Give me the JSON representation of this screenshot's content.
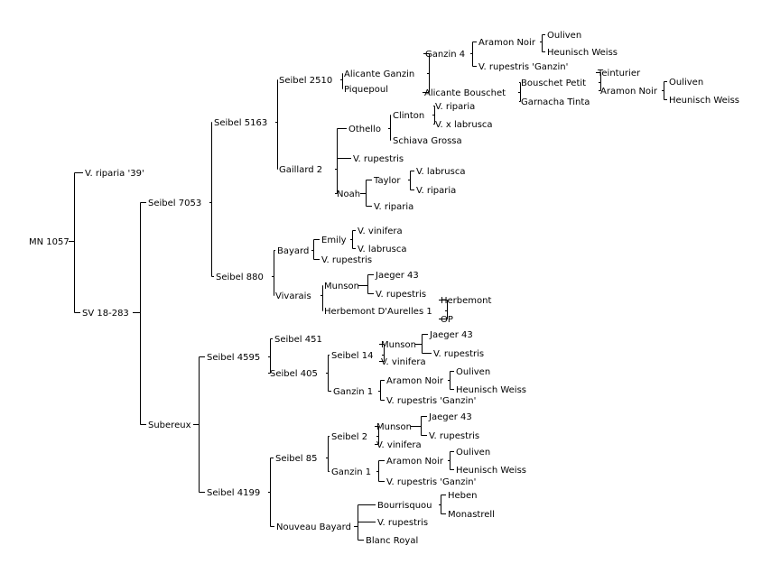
{
  "tree": {
    "label": "MN 1057",
    "children": [
      {
        "label": "V. riparia '39'"
      },
      {
        "label": "SV 18-283",
        "children": [
          {
            "label": "Seibel 7053",
            "children": [
              {
                "label": "Seibel 5163",
                "children": [
                  {
                    "label": "Seibel 2510",
                    "children": [
                      {
                        "label": "Alicante Ganzin",
                        "children": [
                          {
                            "label": "Ganzin 4",
                            "children": [
                              {
                                "label": "Aramon Noir",
                                "children": [
                                  {
                                    "label": "Ouliven"
                                  },
                                  {
                                    "label": "Heunisch Weiss"
                                  }
                                ]
                              },
                              {
                                "label": "V. rupestris 'Ganzin'"
                              }
                            ]
                          },
                          {
                            "label": "Alicante Bouschet",
                            "children": [
                              {
                                "label": "Bouschet Petit",
                                "children": [
                                  {
                                    "label": "Teinturier"
                                  },
                                  {
                                    "label": "Aramon Noir",
                                    "children": [
                                      {
                                        "label": "Ouliven"
                                      },
                                      {
                                        "label": "Heunisch Weiss"
                                      }
                                    ]
                                  }
                                ]
                              },
                              {
                                "label": "Garnacha Tinta"
                              }
                            ]
                          }
                        ]
                      },
                      {
                        "label": "Piquepoul"
                      }
                    ]
                  },
                  {
                    "label": "Gaillard 2",
                    "children": [
                      {
                        "label": "Othello",
                        "children": [
                          {
                            "label": "Clinton",
                            "children": [
                              {
                                "label": "V. riparia"
                              },
                              {
                                "label": "V. x labrusca"
                              }
                            ]
                          },
                          {
                            "label": "Schiava Grossa"
                          }
                        ]
                      },
                      {
                        "label": "V. rupestris"
                      },
                      {
                        "label": "Noah",
                        "children": [
                          {
                            "label": "Taylor",
                            "children": [
                              {
                                "label": "V. labrusca"
                              },
                              {
                                "label": "V. riparia"
                              }
                            ]
                          },
                          {
                            "label": "V. riparia"
                          }
                        ]
                      }
                    ]
                  }
                ]
              },
              {
                "label": "Seibel 880",
                "children": [
                  {
                    "label": "Bayard",
                    "children": [
                      {
                        "label": "Emily",
                        "children": [
                          {
                            "label": "V. vinifera"
                          },
                          {
                            "label": "V. labrusca"
                          }
                        ]
                      },
                      {
                        "label": "V. rupestris"
                      }
                    ]
                  },
                  {
                    "label": "Vivarais",
                    "children": [
                      {
                        "label": "Munson",
                        "children": [
                          {
                            "label": "Jaeger 43"
                          },
                          {
                            "label": "V. rupestris"
                          }
                        ]
                      },
                      {
                        "label": "Herbemont D'Aurelles 1",
                        "children": [
                          {
                            "label": "Herbemont"
                          },
                          {
                            "label": "OP"
                          }
                        ]
                      }
                    ]
                  }
                ]
              }
            ]
          },
          {
            "label": "Subereux",
            "children": [
              {
                "label": "Seibel 4595",
                "children": [
                  {
                    "label": "Seibel 451"
                  },
                  {
                    "label": "Seibel 405",
                    "children": [
                      {
                        "label": "Seibel 14",
                        "children": [
                          {
                            "label": "Munson",
                            "children": [
                              {
                                "label": "Jaeger 43"
                              },
                              {
                                "label": "V. rupestris"
                              }
                            ]
                          },
                          {
                            "label": "V. vinifera"
                          }
                        ]
                      },
                      {
                        "label": "Ganzin 1",
                        "children": [
                          {
                            "label": "Aramon Noir",
                            "children": [
                              {
                                "label": "Ouliven"
                              },
                              {
                                "label": "Heunisch Weiss"
                              }
                            ]
                          },
                          {
                            "label": "V. rupestris 'Ganzin'"
                          }
                        ]
                      }
                    ]
                  }
                ]
              },
              {
                "label": "Seibel 4199",
                "children": [
                  {
                    "label": "Seibel 85",
                    "children": [
                      {
                        "label": "Seibel 2",
                        "children": [
                          {
                            "label": "Munson",
                            "children": [
                              {
                                "label": "Jaeger 43"
                              },
                              {
                                "label": "V. rupestris"
                              }
                            ]
                          },
                          {
                            "label": "V. vinifera"
                          }
                        ]
                      },
                      {
                        "label": "Ganzin 1",
                        "children": [
                          {
                            "label": "Aramon Noir",
                            "children": [
                              {
                                "label": "Ouliven"
                              },
                              {
                                "label": "Heunisch Weiss"
                              }
                            ]
                          },
                          {
                            "label": "V. rupestris 'Ganzin'"
                          }
                        ]
                      }
                    ]
                  },
                  {
                    "label": "Nouveau Bayard",
                    "children": [
                      {
                        "label": "Bourrisquou",
                        "children": [
                          {
                            "label": "Heben"
                          },
                          {
                            "label": "Monastrell"
                          }
                        ]
                      },
                      {
                        "label": "V. rupestris"
                      },
                      {
                        "label": "Blanc Royal"
                      }
                    ]
                  }
                ]
              }
            ]
          }
        ]
      }
    ]
  }
}
